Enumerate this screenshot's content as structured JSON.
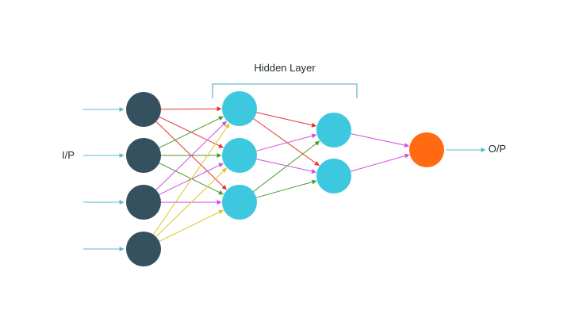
{
  "labels": {
    "hidden_layer": "Hidden Layer",
    "input": "I/P",
    "output": "O/P"
  },
  "colors": {
    "input_node": "#35505f",
    "hidden_node": "#3ec8df",
    "output_node": "#ff6a12",
    "arrow_io": "#5bb8d0",
    "bracket": "#6fb6c8",
    "red": "#e8312e",
    "green": "#4a9a2c",
    "magenta": "#d14ee0",
    "yellow": "#dcc424"
  },
  "layers": {
    "input": 4,
    "hidden1": 3,
    "hidden2": 2,
    "output": 1
  },
  "connections": [
    {
      "from": "input-1",
      "to": "hidden1-1",
      "color": "red"
    },
    {
      "from": "input-1",
      "to": "hidden1-2",
      "color": "red"
    },
    {
      "from": "input-1",
      "to": "hidden1-3",
      "color": "red"
    },
    {
      "from": "input-2",
      "to": "hidden1-1",
      "color": "green"
    },
    {
      "from": "input-2",
      "to": "hidden1-2",
      "color": "green"
    },
    {
      "from": "input-2",
      "to": "hidden1-3",
      "color": "green"
    },
    {
      "from": "input-3",
      "to": "hidden1-1",
      "color": "magenta"
    },
    {
      "from": "input-3",
      "to": "hidden1-2",
      "color": "magenta"
    },
    {
      "from": "input-3",
      "to": "hidden1-3",
      "color": "magenta"
    },
    {
      "from": "input-4",
      "to": "hidden1-1",
      "color": "yellow"
    },
    {
      "from": "input-4",
      "to": "hidden1-2",
      "color": "yellow"
    },
    {
      "from": "input-4",
      "to": "hidden1-3",
      "color": "yellow"
    },
    {
      "from": "hidden1-1",
      "to": "hidden2-1",
      "color": "red"
    },
    {
      "from": "hidden1-1",
      "to": "hidden2-2",
      "color": "red"
    },
    {
      "from": "hidden1-2",
      "to": "hidden2-1",
      "color": "magenta"
    },
    {
      "from": "hidden1-2",
      "to": "hidden2-2",
      "color": "magenta"
    },
    {
      "from": "hidden1-3",
      "to": "hidden2-1",
      "color": "green"
    },
    {
      "from": "hidden1-3",
      "to": "hidden2-2",
      "color": "green"
    },
    {
      "from": "hidden2-1",
      "to": "output-1",
      "color": "magenta"
    },
    {
      "from": "hidden2-2",
      "to": "output-1",
      "color": "magenta"
    }
  ]
}
